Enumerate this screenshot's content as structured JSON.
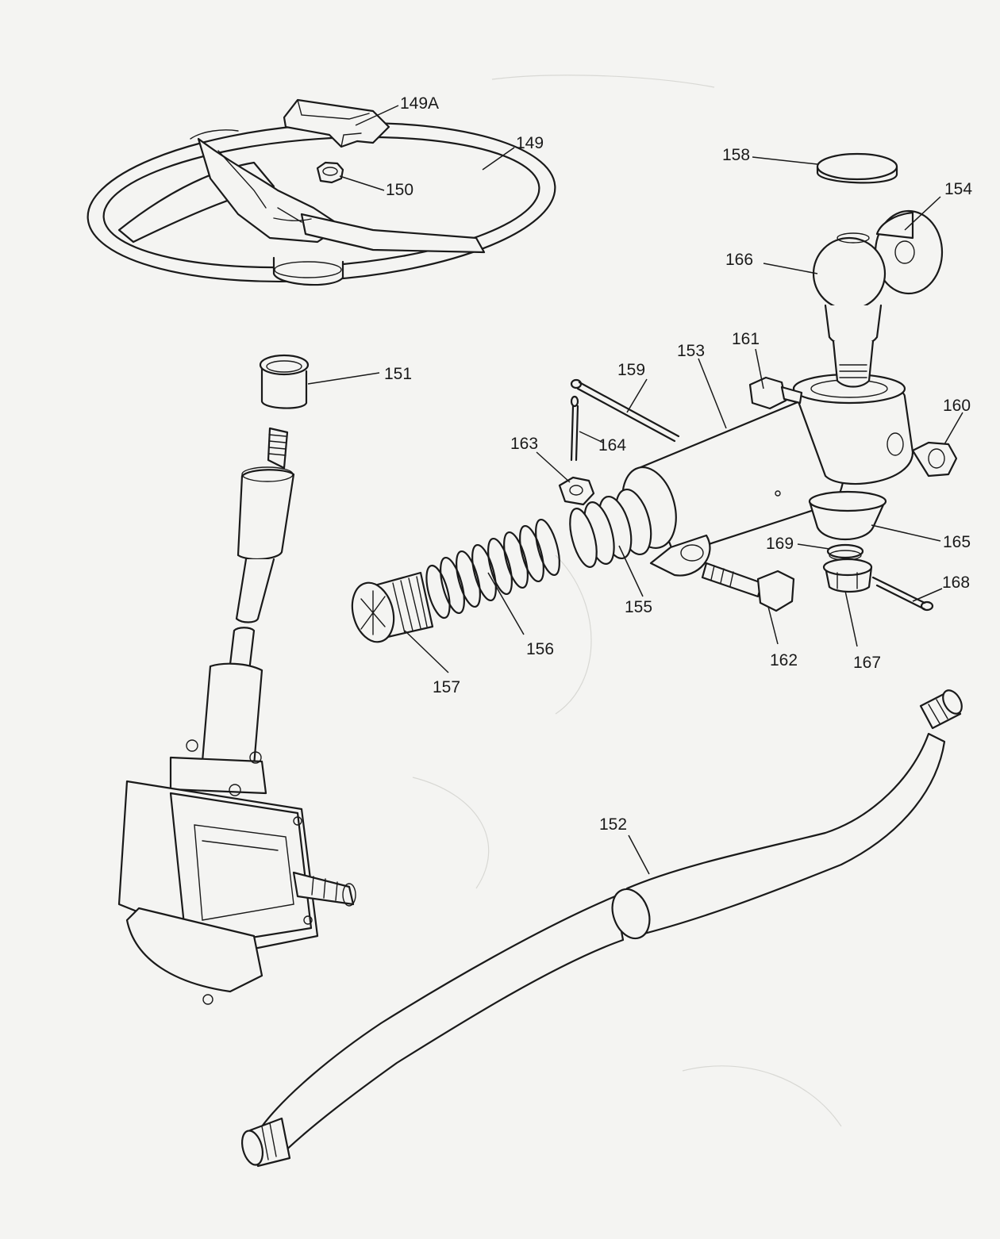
{
  "labels": {
    "p149a": "149A",
    "p149": "149",
    "p150": "150",
    "p151": "151",
    "p152": "152",
    "p153": "153",
    "p154": "154",
    "p155": "155",
    "p156": "156",
    "p157": "157",
    "p158": "158",
    "p159": "159",
    "p160": "160",
    "p161": "161",
    "p162": "162",
    "p163": "163",
    "p164": "164",
    "p165": "165",
    "p166": "166",
    "p167": "167",
    "p168": "168",
    "p169": "169"
  },
  "colors": {
    "line": "#1a1a1a",
    "paper": "#f4f4f2"
  }
}
